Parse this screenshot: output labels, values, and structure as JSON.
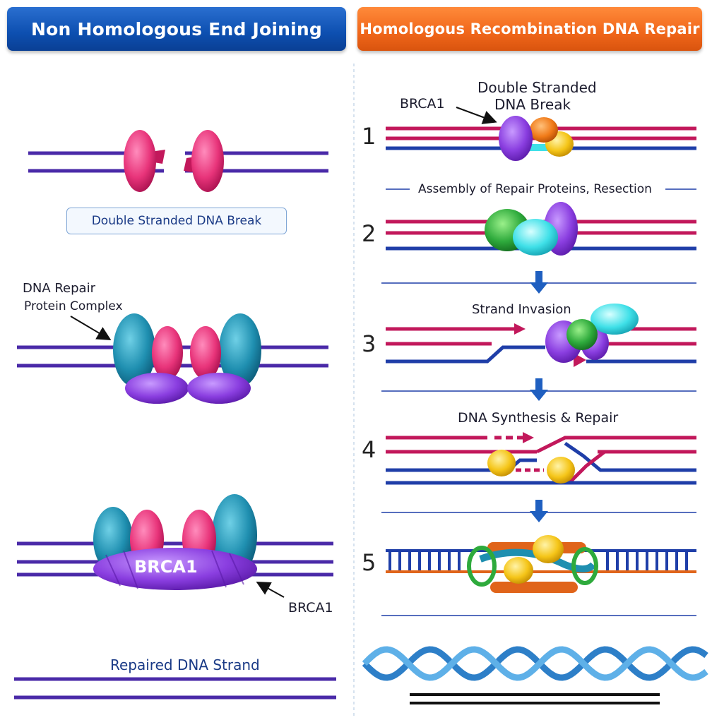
{
  "headers": {
    "left": "Non Homologous End Joining",
    "right": "Homologous Recombination DNA Repair"
  },
  "left": {
    "break_box": "Double Stranded DNA Break",
    "complex_label_line1": "DNA Repair",
    "complex_label_line2": "Protein Complex",
    "brca1_inner": "BRCA1",
    "brca1_callout": "BRCA1",
    "repaired": "Repaired DNA Strand"
  },
  "right": {
    "brca1_callout": "BRCA1",
    "break_line1": "Double Stranded",
    "break_line2": "DNA Break",
    "assembly": "Assembly of Repair Proteins, Resection",
    "invasion": "Strand Invasion",
    "synthesis": "DNA Synthesis & Repair",
    "steps": [
      "1",
      "2",
      "3",
      "4",
      "5"
    ]
  },
  "colors": {
    "strand_purple": "#4a2aa8",
    "strand_crimson": "#c2185b",
    "strand_blue": "#1f3ea8",
    "protein_pink": "#e8347a",
    "protein_teal": "#1f8fb0",
    "protein_violet": "#8a3ee0",
    "protein_green": "#2eaa3c",
    "protein_cyan": "#3fe0e8",
    "protein_orange": "#f07a18",
    "protein_yellow": "#f5c518"
  }
}
